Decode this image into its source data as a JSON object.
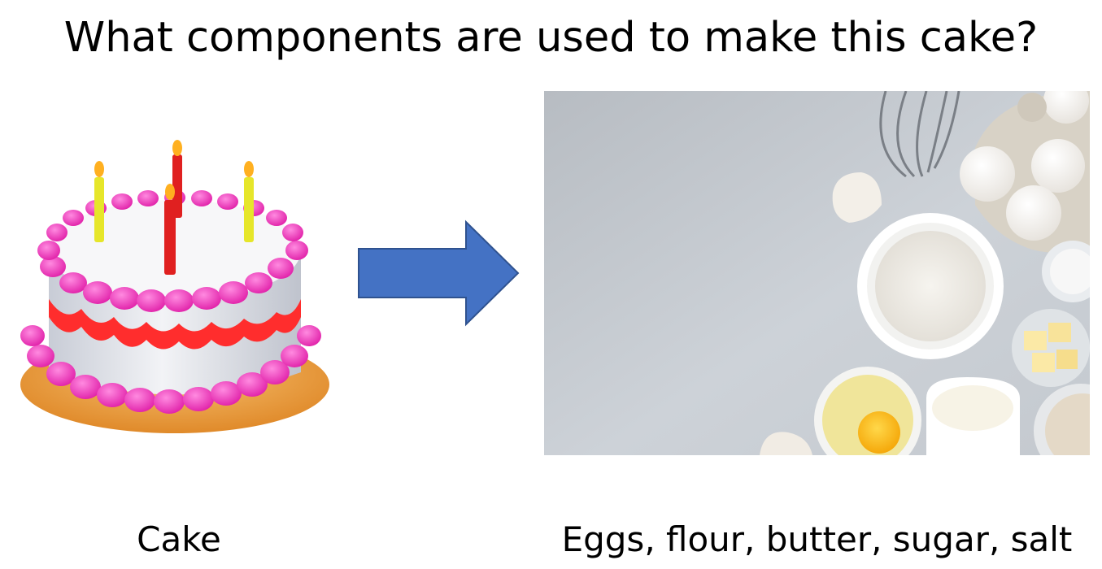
{
  "slide": {
    "title": "What components are used to make this cake?",
    "left_caption": "Cake",
    "right_caption": "Eggs, flour, butter, sugar, salt"
  },
  "images": {
    "cake": {
      "icon": "birthday-cake-icon"
    },
    "ingredients": {
      "icon": "baking-ingredients-photo"
    }
  },
  "colors": {
    "arrow_fill": "#4472c4",
    "arrow_stroke": "#2f528f",
    "frosting_pink": "#ff3fbf",
    "ribbon_red": "#ff2d2d",
    "cake_body": "#e4e6ec",
    "plate_orange": "#f0a040",
    "photo_background": "#c9ced4"
  }
}
